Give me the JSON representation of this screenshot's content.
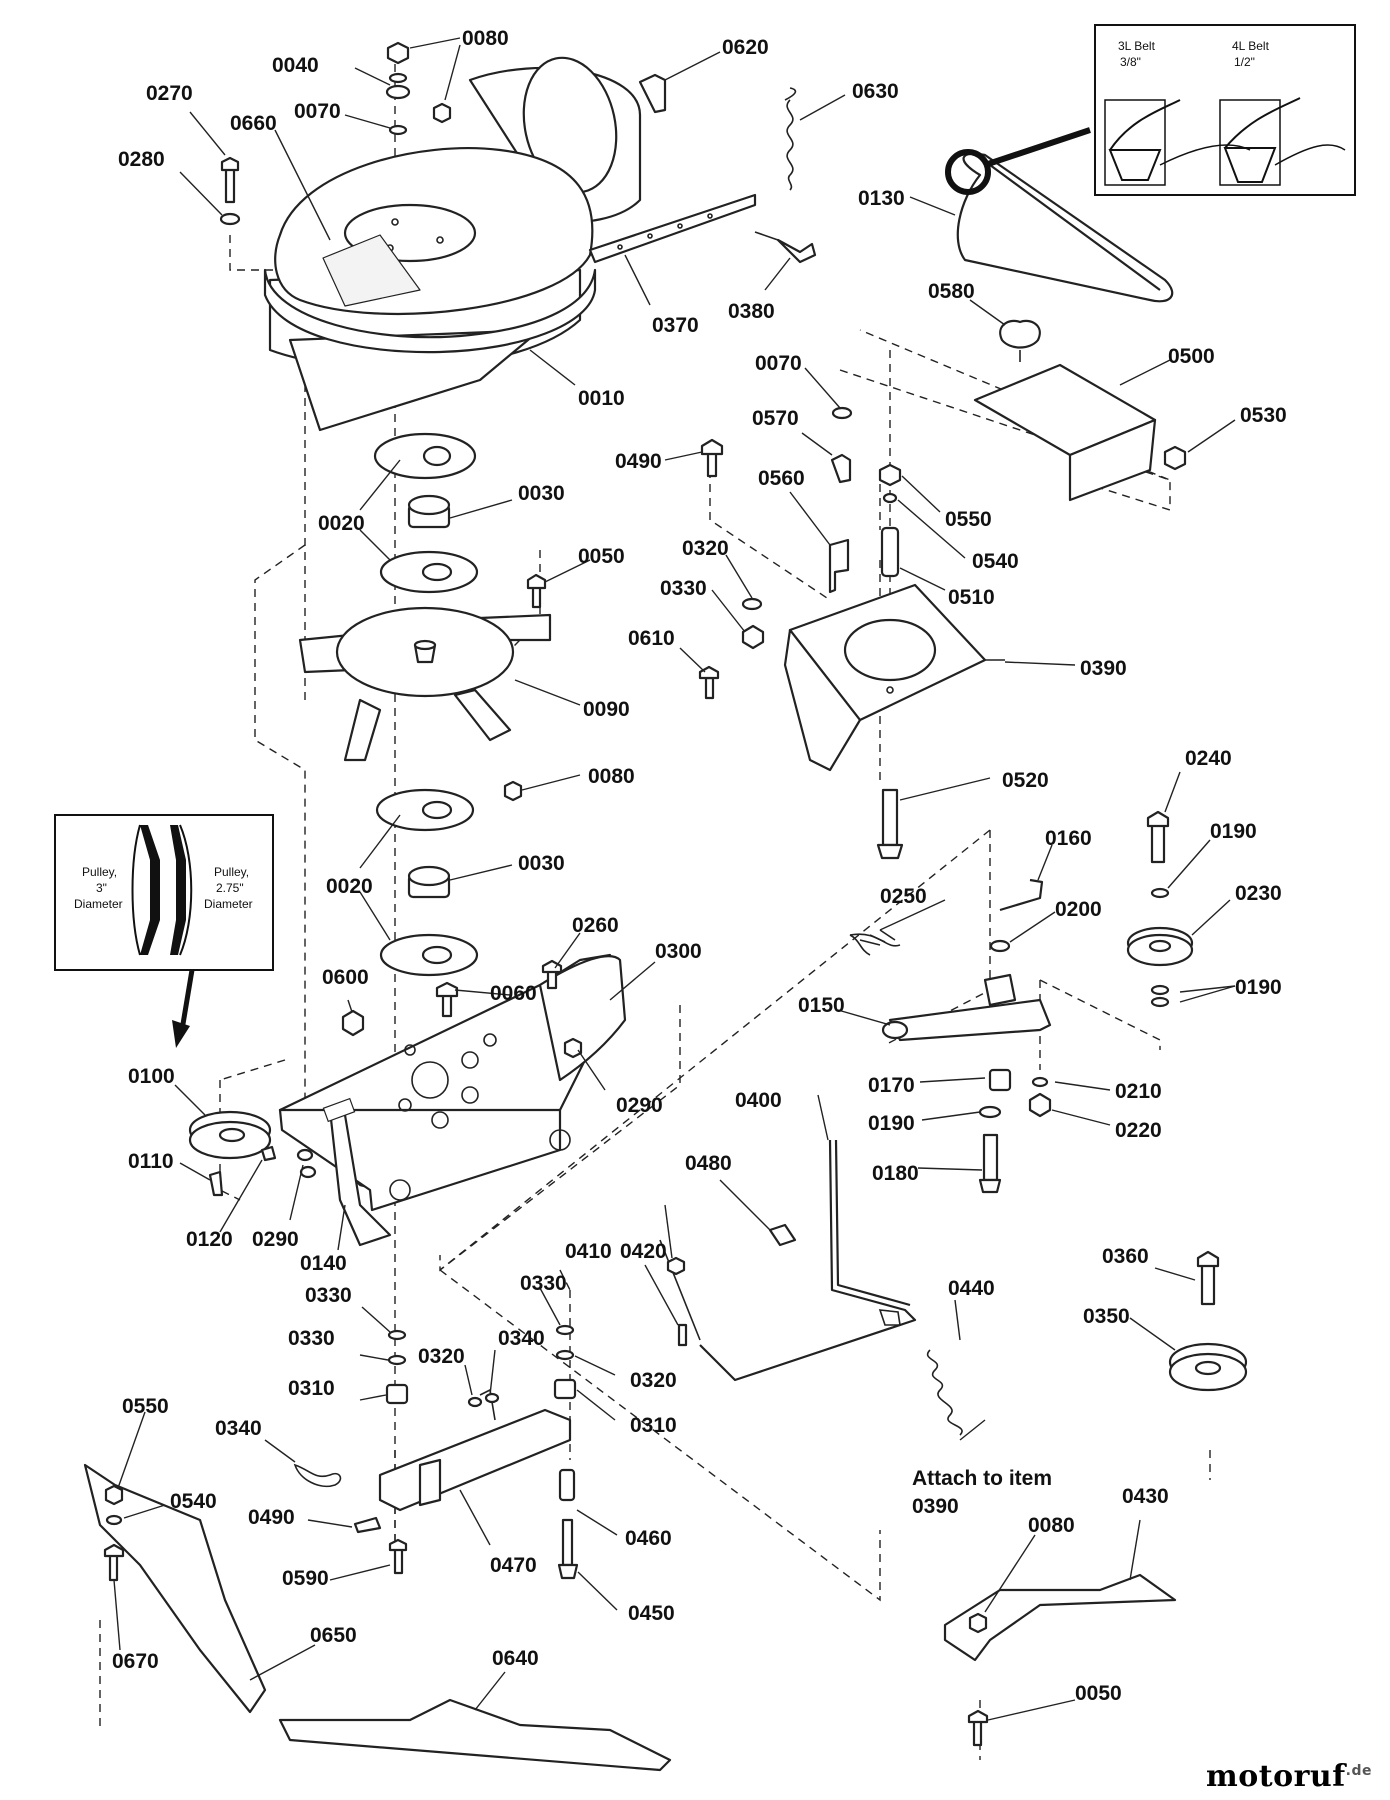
{
  "watermark": {
    "domain_main": "motoruf",
    "domain_suffix": ".de"
  },
  "belt_inset": {
    "belt_3l": "3L Belt",
    "size_3l": "3/8\"",
    "belt_4l": "4L Belt",
    "size_4l": "1/2\""
  },
  "pulley_inset": {
    "left_label_1": "Pulley,",
    "left_label_2": "3\"",
    "left_label_3": "Diameter",
    "right_label_1": "Pulley,",
    "right_label_2": "2.75\"",
    "right_label_3": "Diameter"
  },
  "attach_note": {
    "line1": "Attach to item",
    "line2": "0390"
  },
  "callouts": [
    "0080",
    "0040",
    "0070",
    "0270",
    "0660",
    "0280",
    "0620",
    "0630",
    "0130",
    "0370",
    "0380",
    "0010",
    "0580",
    "0500",
    "0070",
    "0530",
    "0570",
    "0490",
    "0560",
    "0550",
    "0540",
    "0320",
    "0330",
    "0510",
    "0610",
    "0390",
    "0020",
    "0030",
    "0050",
    "0090",
    "0080",
    "0020",
    "0030",
    "0520",
    "0240",
    "0190",
    "0160",
    "0230",
    "0250",
    "0200",
    "0260",
    "0300",
    "0060",
    "0600",
    "0190",
    "0150",
    "0100",
    "0290",
    "0170",
    "0210",
    "0400",
    "0190",
    "0220",
    "0110",
    "0120",
    "0290",
    "0140",
    "0180",
    "0480",
    "0420",
    "0410",
    "0330",
    "0330",
    "0320",
    "0340",
    "0330",
    "0320",
    "0310",
    "0310",
    "0440",
    "0360",
    "0350",
    "0550",
    "0340",
    "0540",
    "0490",
    "0470",
    "0460",
    "0590",
    "0450",
    "0430",
    "0080",
    "0650",
    "0670",
    "0640",
    "0050"
  ]
}
